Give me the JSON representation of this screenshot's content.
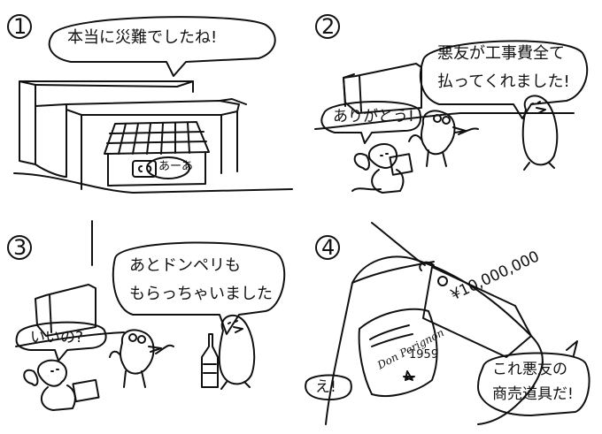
{
  "panels": [
    {
      "number": "1",
      "lines": [
        "本当に災難でしたね!"
      ],
      "sign": "あーあ"
    },
    {
      "number": "2",
      "lines": [
        "悪友が工事費全て",
        "払ってくれました!"
      ],
      "reply": "ありがとう!"
    },
    {
      "number": "3",
      "lines": [
        "あとドンペリも",
        "もらっちゃいました"
      ],
      "reply": "いいの?"
    },
    {
      "number": "4",
      "lines": [
        "これ悪友の",
        "商売道具だ!"
      ],
      "reply": "え!",
      "price_tag": "¥10,000,000",
      "bottle_label": "Don Perignon",
      "bottle_year": "1959"
    }
  ],
  "colors": {
    "ink": "#111111",
    "paper": "#ffffff"
  }
}
